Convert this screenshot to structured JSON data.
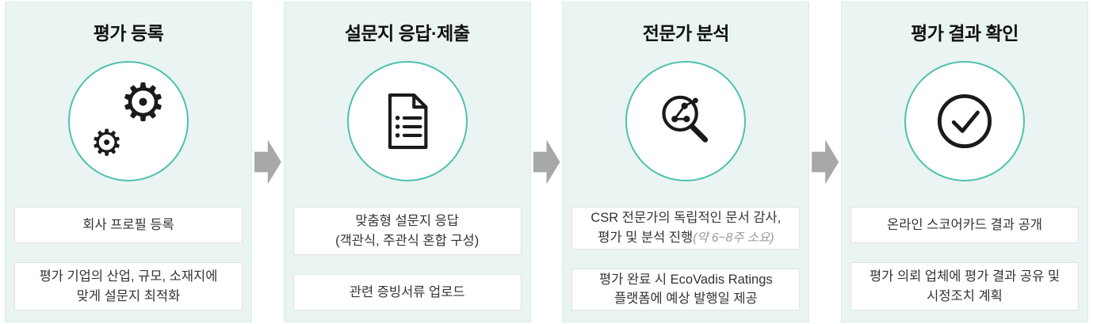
{
  "colors": {
    "panel_bg": "#e9f4f3",
    "panel_border": "#d9ecea",
    "circle_border": "#4fc0ae",
    "icon_color": "#1a1a1a",
    "arrow_color": "#a8a8a8",
    "title_color": "#111111",
    "body_color": "#333333",
    "note_color": "#9a9a9a",
    "box_bg": "#ffffff",
    "box_border": "#e2e2e2"
  },
  "icons": {
    "gear_glyph": "⚙"
  },
  "steps": [
    {
      "title": "평가 등록",
      "icon": "gears-icon",
      "boxes": [
        {
          "text": "회사 프로필 등록"
        },
        {
          "text": "평가 기업의 산업, 규모, 소재지에\n맞게 설문지 최적화"
        }
      ]
    },
    {
      "title": "설문지 응답·제출",
      "icon": "document-icon",
      "boxes": [
        {
          "text": "맞춤형 설문지 응답\n(객관식, 주관식 혼합 구성)"
        },
        {
          "text": "관련 증빙서류 업로드"
        }
      ]
    },
    {
      "title": "전문가 분석",
      "icon": "magnifier-network-icon",
      "boxes": [
        {
          "text": "CSR 전문가의 독립적인 문서 감사,\n평가 및 분석 진행",
          "note": "(약 6~8주 소요)"
        },
        {
          "text": "평가 완료 시 EcoVadis Ratings\n플랫폼에 예상 발행일 제공"
        }
      ]
    },
    {
      "title": "평가 결과 확인",
      "icon": "check-circle-icon",
      "boxes": [
        {
          "text": "온라인 스코어카드 결과 공개"
        },
        {
          "text": "평가 의뢰 업체에 평가 결과 공유 및\n시정조치 계획"
        }
      ]
    }
  ]
}
